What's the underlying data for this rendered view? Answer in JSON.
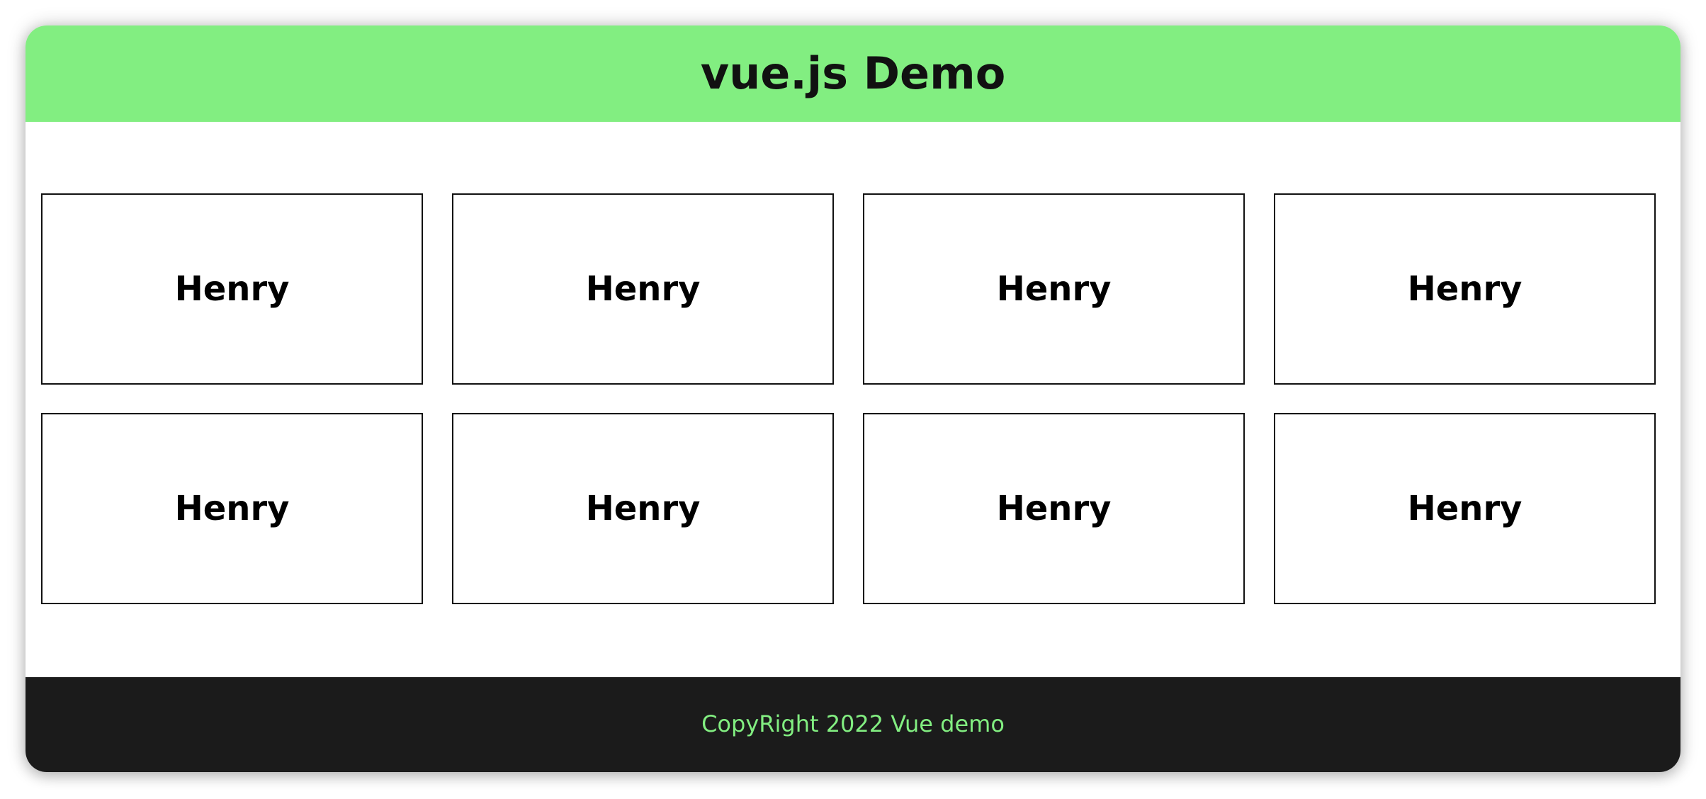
{
  "header": {
    "title": "vue.js Demo",
    "background_color": "#82ee81"
  },
  "cards": [
    {
      "label": "Henry"
    },
    {
      "label": "Henry"
    },
    {
      "label": "Henry"
    },
    {
      "label": "Henry"
    },
    {
      "label": "Henry"
    },
    {
      "label": "Henry"
    },
    {
      "label": "Henry"
    },
    {
      "label": "Henry"
    }
  ],
  "footer": {
    "text": "CopyRight 2022 Vue demo",
    "background_color": "#1b1b1b",
    "text_color": "#82ee81"
  }
}
